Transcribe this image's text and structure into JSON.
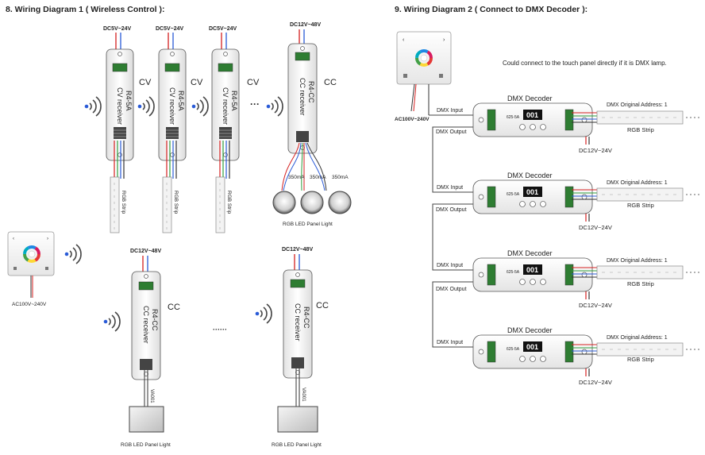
{
  "diagram1": {
    "title": "8. Wiring Diagram 1 ( Wireless Control ):",
    "cv_receivers": [
      {
        "supply": "DC5V~24V",
        "label_line1": "CV receiver",
        "label_line2": "R4-5A",
        "type_tag": "CV",
        "strip": "RGB Strip"
      },
      {
        "supply": "DC5V~24V",
        "label_line1": "CV receiver",
        "label_line2": "R4-5A",
        "type_tag": "CV",
        "strip": "RGB Strip"
      },
      {
        "supply": "DC5V~24V",
        "label_line1": "CV receiver",
        "label_line2": "R4-5A",
        "type_tag": "CV",
        "strip": "RGB Strip"
      }
    ],
    "ellipsis_top": "···",
    "cc_receiver_top": {
      "supply": "DC12V~48V",
      "label_line1": "CC receiver",
      "label_line2": "R4-CC",
      "type_tag": "CC",
      "currents": [
        "350mA",
        "350mA",
        "350mA"
      ],
      "load": "RGB LED Panel Light"
    },
    "panel": {
      "supply": "AC100V~240V"
    },
    "cc_receivers_bottom": [
      {
        "supply": "DC12V~48V",
        "label_line1": "CC receiver",
        "label_line2": "R4-CC",
        "type_tag": "CC",
        "wire_label": "VA001",
        "load": "RGB LED Panel Light"
      },
      {
        "supply": "DC12V~48V",
        "label_line1": "CC receiver",
        "label_line2": "R4-CC",
        "type_tag": "CC",
        "wire_label": "VA001",
        "load": "RGB LED Panel Light"
      }
    ],
    "ellipsis_bottom": "······"
  },
  "diagram2": {
    "title": "9. Wiring Diagram 2 ( Connect to DMX Decoder ):",
    "note": "Could connect to the touch panel directly if it is DMX lamp.",
    "panel_supply": "AC100V~240V",
    "decoders": [
      {
        "name": "DMX Decoder",
        "display": "001",
        "input": "DMX Input",
        "output": "DMX Output",
        "address": "DMX Original Address: 1",
        "strip": "RGB Strip",
        "supply": "DC12V~24V",
        "model": "625-5A"
      },
      {
        "name": "DMX Decoder",
        "display": "001",
        "input": "DMX Input",
        "output": "DMX Output",
        "address": "DMX Original Address: 1",
        "strip": "RGB Strip",
        "supply": "DC12V~24V",
        "model": "625-5A"
      },
      {
        "name": "DMX Decoder",
        "display": "001",
        "input": "DMX Input",
        "output": "DMX Output",
        "address": "DMX Original Address: 1",
        "strip": "RGB Strip",
        "supply": "DC12V~24V",
        "model": "625-5A"
      },
      {
        "name": "DMX Decoder",
        "display": "001",
        "input": "DMX Input",
        "output": "",
        "address": "DMX Original Address: 1",
        "strip": "RGB Strip",
        "supply": "DC12V~24V",
        "model": "625-5A"
      }
    ]
  },
  "colors": {
    "wire_red": "#d42020",
    "wire_blue": "#2a5bd7",
    "wire_green": "#2f9e3e",
    "line": "#333333"
  }
}
